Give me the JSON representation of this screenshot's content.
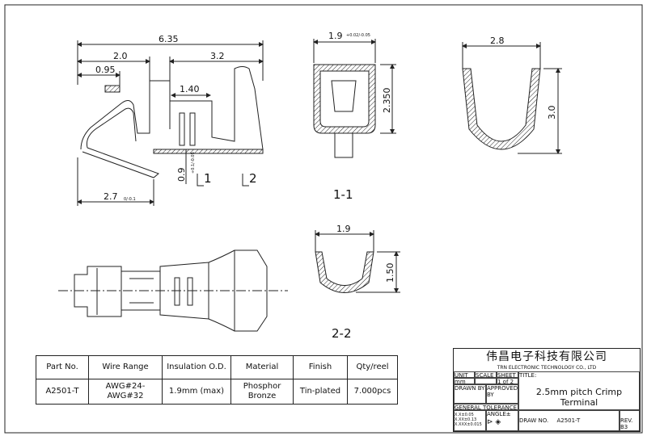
{
  "top_view": {
    "dim_total": "6.35",
    "dim_left": "2.0",
    "dim_right": "3.2",
    "dim_tip": "0.95",
    "dim_slot": "1.40",
    "dim_bottom": "2.7",
    "dim_bottom_tol": "0/-0.1",
    "dim_thickness": "0.9",
    "dim_thickness_tol": "+0.1/-0.05",
    "section_1": "1",
    "section_2": "2"
  },
  "section_1_1": {
    "label": "1-1",
    "dim_width": "1.9",
    "dim_width_tol": "+0.02/-0.05",
    "dim_height": "2.350"
  },
  "section_2_2": {
    "label": "2-2",
    "dim_width": "1.9",
    "dim_height": "1.50"
  },
  "end_view": {
    "dim_width": "2.8",
    "dim_height": "3.0"
  },
  "spec_table": {
    "headers": [
      "Part No.",
      "Wire Range",
      "Insulation O.D.",
      "Material",
      "Finish",
      "Qty/reel"
    ],
    "row": [
      "A2501-T",
      "AWG#24-AWG#32",
      "1.9mm (max)",
      "Phosphor Bronze",
      "Tin-plated",
      "7.000pcs"
    ]
  },
  "title_block": {
    "company_cn": "伟昌电子科技有限公司",
    "company_en": "TRN ELECTRONIC TECHNOLOGY CO., LTD",
    "unit_label": "UNIT",
    "unit_value": "mm",
    "scale_label": "SCALE",
    "sheet_label": "SHEET",
    "sheet_value": "1 of 2",
    "title_label": "TITLE:",
    "title_line1": "2.5mm pitch Crimp",
    "title_line2": "Terminal",
    "drawn_by": "DRAWN BY",
    "approved_by": "APPROVED BY",
    "general_tolerance": "GENERAL TOLERANCE",
    "tol_1": "X.X±0.05",
    "tol_2": "X.XX±0.13",
    "tol_3": "X.XXX±0.015",
    "angle": "ANGLE±",
    "draw_no_label": "DRAW NO.",
    "draw_no_value": "A2501-T",
    "rev_label": "REV.",
    "rev_value": "B3"
  }
}
